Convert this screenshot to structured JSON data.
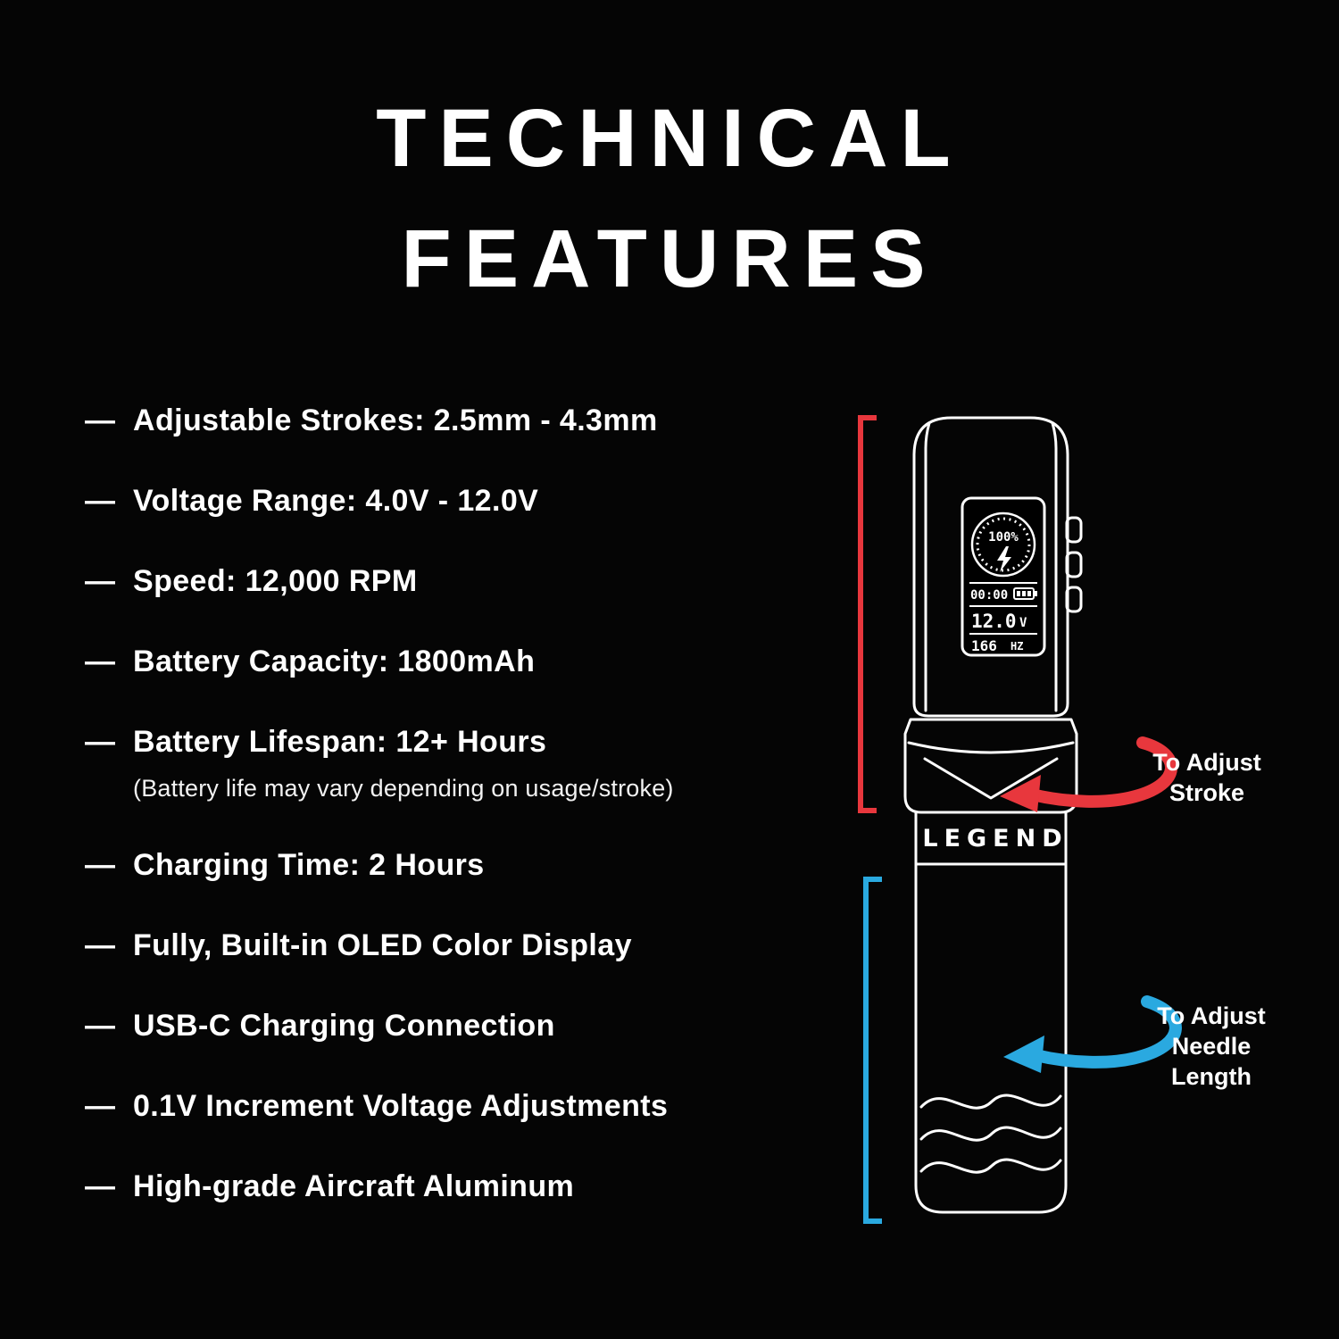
{
  "title": {
    "line1": "TECHNICAL",
    "line2": "FEATURES"
  },
  "bullet": "—",
  "features": [
    {
      "text": "Adjustable Strokes: 2.5mm - 4.3mm"
    },
    {
      "text": "Voltage Range: 4.0V - 12.0V"
    },
    {
      "text": "Speed: 12,000 RPM"
    },
    {
      "text": "Battery Capacity: 1800mAh"
    },
    {
      "text": "Battery Lifespan: 12+ Hours",
      "note": "(Battery life may vary depending on usage/stroke)"
    },
    {
      "text": "Charging Time: 2 Hours"
    },
    {
      "text": "Fully, Built-in OLED Color Display"
    },
    {
      "text": "USB-C Charging Connection"
    },
    {
      "text": "0.1V Increment Voltage Adjustments"
    },
    {
      "text": "High-grade Aircraft Aluminum"
    }
  ],
  "device": {
    "brand": "LEGEND",
    "display": {
      "battery_percent": "100%",
      "timer": "00:00",
      "voltage": "12.0",
      "voltage_unit": "V",
      "frequency": "166",
      "frequency_unit": "HZ"
    }
  },
  "annotations": {
    "stroke": {
      "line1": "To Adjust",
      "line2": "Stroke"
    },
    "needle": {
      "line1": "To Adjust",
      "line2": "Needle",
      "line3": "Length"
    }
  },
  "icons": {
    "bolt": "bolt-icon",
    "battery": "battery-icon",
    "stroke_arrow": "curved-arrow-icon",
    "needle_arrow": "curved-arrow-icon"
  },
  "colors": {
    "background": "#050505",
    "text": "#ffffff",
    "stroke_accent": "#e8373d",
    "needle_accent": "#2aa9e0"
  }
}
